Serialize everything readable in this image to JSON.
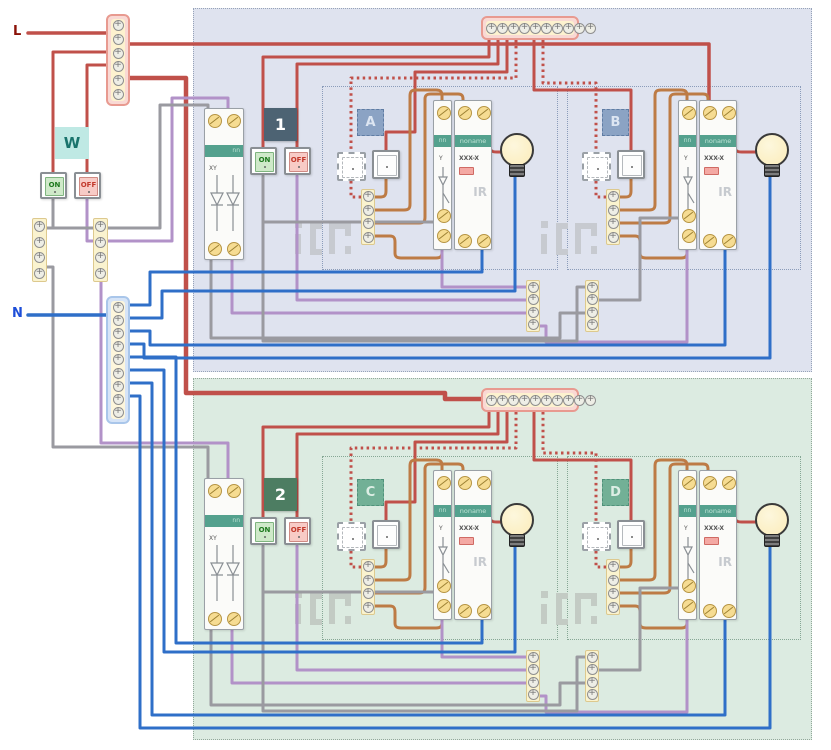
{
  "labels": {
    "phase": "L",
    "neutral": "N",
    "clock": "W",
    "on": "ON",
    "off": "OFF"
  },
  "zones": [
    {
      "number": "1",
      "modules": [
        {
          "letter": "A"
        },
        {
          "letter": "B"
        }
      ]
    },
    {
      "number": "2",
      "modules": [
        {
          "letter": "C"
        },
        {
          "letter": "D"
        }
      ]
    }
  ],
  "devices": {
    "dimmer_breaker": {
      "band_label": "nn",
      "marking": "XY"
    },
    "impulse_relay": {
      "band_label": "nn",
      "marking": "Y"
    },
    "ir_actuator": {
      "brand": "noname",
      "model": "XXX-X",
      "function_label": "IR"
    }
  },
  "wire_colors": {
    "phase_red": "#c0504a",
    "phase_label_dark_red": "#8b1208",
    "neutral_blue": "#2f6fc8",
    "control_gray": "#9a9aa0",
    "control_purple": "#b292c8",
    "load_brown": "#bd7b45"
  },
  "panel_colors": {
    "zone1_bg": "#dfe3ef",
    "zone2_bg": "#dcebe1",
    "busbar_pink": "#f9d9d4",
    "terminal_yellow": "#faf3cf",
    "neutral_bar_blue": "#d6e4f7",
    "band_teal": "#54a18e",
    "zone1_tag": "#4d6373",
    "zone2_tag": "#4d7d62",
    "module_tag_blue": "#8ba3c4",
    "module_tag_green": "#72b096"
  }
}
